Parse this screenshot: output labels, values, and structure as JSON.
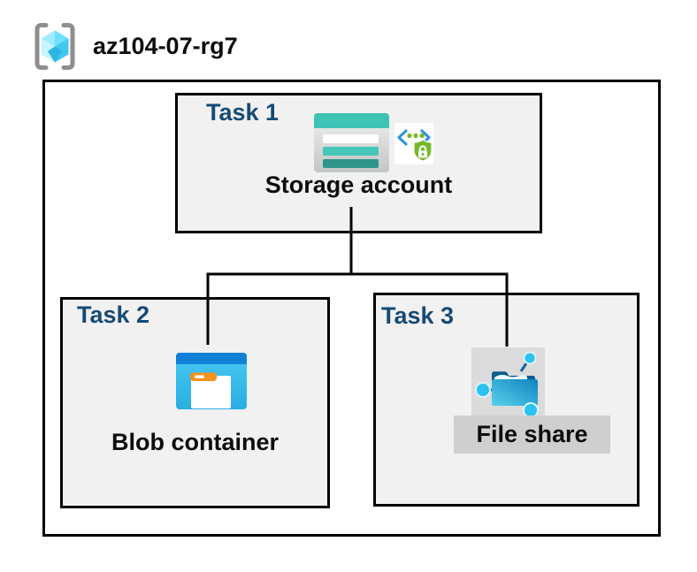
{
  "resource_group": {
    "name": "az104-07-rg7",
    "icon": "resource-group-icon"
  },
  "tasks": [
    {
      "label": "Task 1",
      "item": "Storage account",
      "icons": [
        "storage-account-icon",
        "private-endpoint-icon"
      ]
    },
    {
      "label": "Task 2",
      "item": "Blob container",
      "icons": [
        "blob-container-icon"
      ]
    },
    {
      "label": "Task 3",
      "item": "File share",
      "icons": [
        "file-share-icon"
      ]
    }
  ],
  "connections": [
    {
      "from": "Storage account",
      "to": "Blob container"
    },
    {
      "from": "Storage account",
      "to": "File share"
    }
  ],
  "colors": {
    "task-label": "#174a74",
    "box-fill": "#f1f1f1",
    "box-border": "#000000",
    "connector": "#000000",
    "storage-teal": "#3ec3b4",
    "storage-teal-mid": "#45c6b7",
    "storage-teal-dark": "#2e9488",
    "blob-header-blue": "#1181d8",
    "blob-cyan": "#35bfe9",
    "folder-orange": "#f6921e",
    "endpoint-blue": "#3095d9",
    "endpoint-green": "#76b82a",
    "fileshare-gray": "#dbdbdb",
    "label-band-gray": "#cfcfcf",
    "fs-node-cyan": "#2bc2f1",
    "fs-link-blue": "#1a5f9e",
    "rg-bracket-gray": "#8e8e8e"
  }
}
